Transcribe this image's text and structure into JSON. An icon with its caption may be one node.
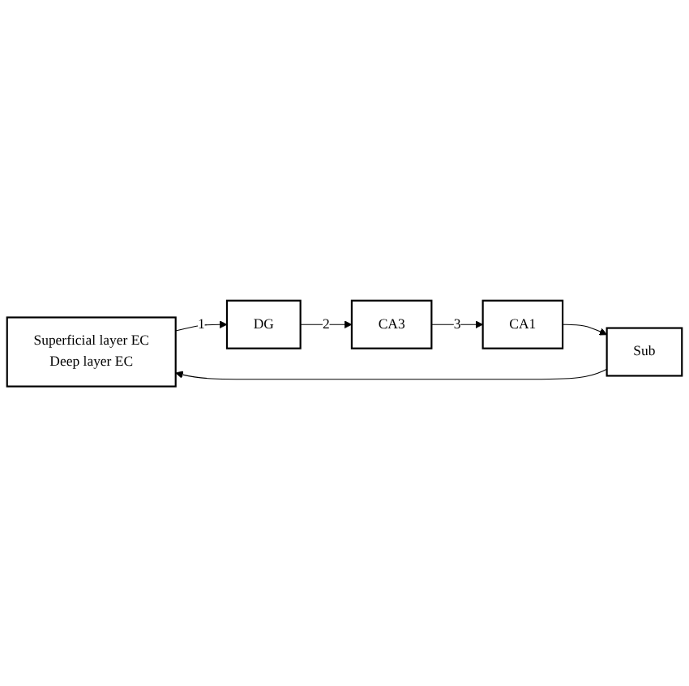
{
  "diagram": {
    "nodes": [
      {
        "text": [
          "Superficial layer EC",
          "Deep layer EC"
        ]
      },
      {
        "text": [
          "DG"
        ]
      },
      {
        "text": [
          "CA3"
        ]
      },
      {
        "text": [
          "CA1"
        ]
      },
      {
        "text": [
          "Sub"
        ]
      }
    ],
    "edges": [
      {
        "from": 0,
        "to": 1,
        "arrow": "to",
        "label": "1"
      },
      {
        "from": 1,
        "to": 2,
        "arrow": "to",
        "label": "2"
      },
      {
        "from": 2,
        "to": 3,
        "arrow": "to",
        "label": "3"
      },
      {
        "from": 3,
        "to": 4,
        "arrow": "to"
      },
      {
        "from": 4,
        "to": 0,
        "arrow": "to"
      }
    ]
  }
}
